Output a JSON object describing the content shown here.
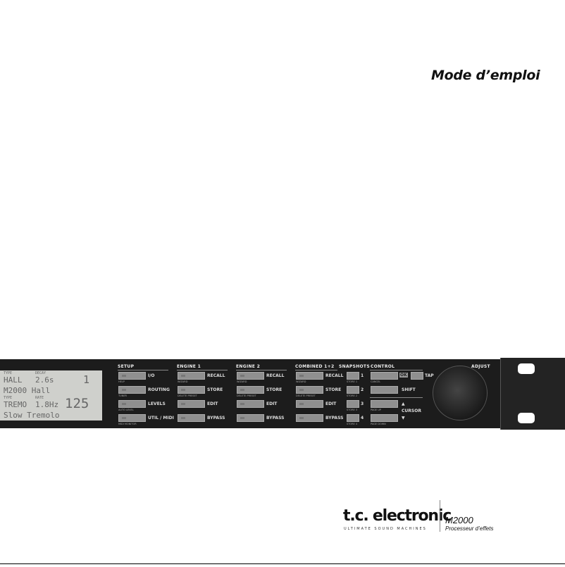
{
  "title": "Mode d’emploi",
  "display": {
    "type_label": "TYPE",
    "decay_label": "DECAY",
    "line1_a": "HALL",
    "line1_b": "2.6s",
    "bank1": "1",
    "line2": "M2000 Hall",
    "type2_label": "TYPE",
    "rate_label": "RATE",
    "line3_a": "TREMO",
    "line3_b": "1.8Hz",
    "bank2": "125",
    "line4": "Slow Tremolo"
  },
  "setup": {
    "header": "SETUP",
    "buttons": [
      {
        "label": "I/O",
        "sub": "HELP"
      },
      {
        "label": "ROUTING",
        "sub": "TUNER"
      },
      {
        "label": "LEVELS",
        "sub": "AUTO LEVEL"
      },
      {
        "label": "UTIL / MIDI",
        "sub": "MIDI MONITOR"
      }
    ]
  },
  "engine1": {
    "header": "ENGINE 1",
    "buttons": [
      {
        "label": "RECALL",
        "sub": "WIZARD"
      },
      {
        "label": "STORE",
        "sub": "DELETE PRESET"
      },
      {
        "label": "EDIT",
        "sub": ""
      },
      {
        "label": "BYPASS",
        "sub": ""
      }
    ]
  },
  "engine2": {
    "header": "ENGINE 2",
    "buttons": [
      {
        "label": "RECALL",
        "sub": "WIZARD"
      },
      {
        "label": "STORE",
        "sub": "DELETE PRESET"
      },
      {
        "label": "EDIT",
        "sub": ""
      },
      {
        "label": "BYPASS",
        "sub": ""
      }
    ]
  },
  "combined": {
    "header": "COMBINED 1+2",
    "buttons": [
      {
        "label": "RECALL",
        "sub": "WIZARD"
      },
      {
        "label": "STORE",
        "sub": "DELETE PRESET"
      },
      {
        "label": "EDIT",
        "sub": ""
      },
      {
        "label": "BYPASS",
        "sub": ""
      }
    ]
  },
  "snapshots": {
    "header": "SNAPSHOTS",
    "buttons": [
      {
        "label": "1",
        "sub": "STORE 1"
      },
      {
        "label": "2",
        "sub": "STORE 2"
      },
      {
        "label": "3",
        "sub": "STORE 3"
      },
      {
        "label": "4",
        "sub": "STORE 4"
      }
    ]
  },
  "control": {
    "header": "CONTROL",
    "ok": "OK",
    "tap": "TAP",
    "cancel": "CANCEL",
    "shift": "SHIFT",
    "up": "▲",
    "cursor": "CURSOR",
    "down": "▼",
    "page_up": "PAGE UP",
    "page_down": "PAGE DOWN"
  },
  "adjust": "ADJUST",
  "brand": {
    "logo": "t.c. electronic",
    "tagline": "ULTIMATE SOUND MACHINES",
    "model": "M2000",
    "description": "Processeur d’effets"
  }
}
